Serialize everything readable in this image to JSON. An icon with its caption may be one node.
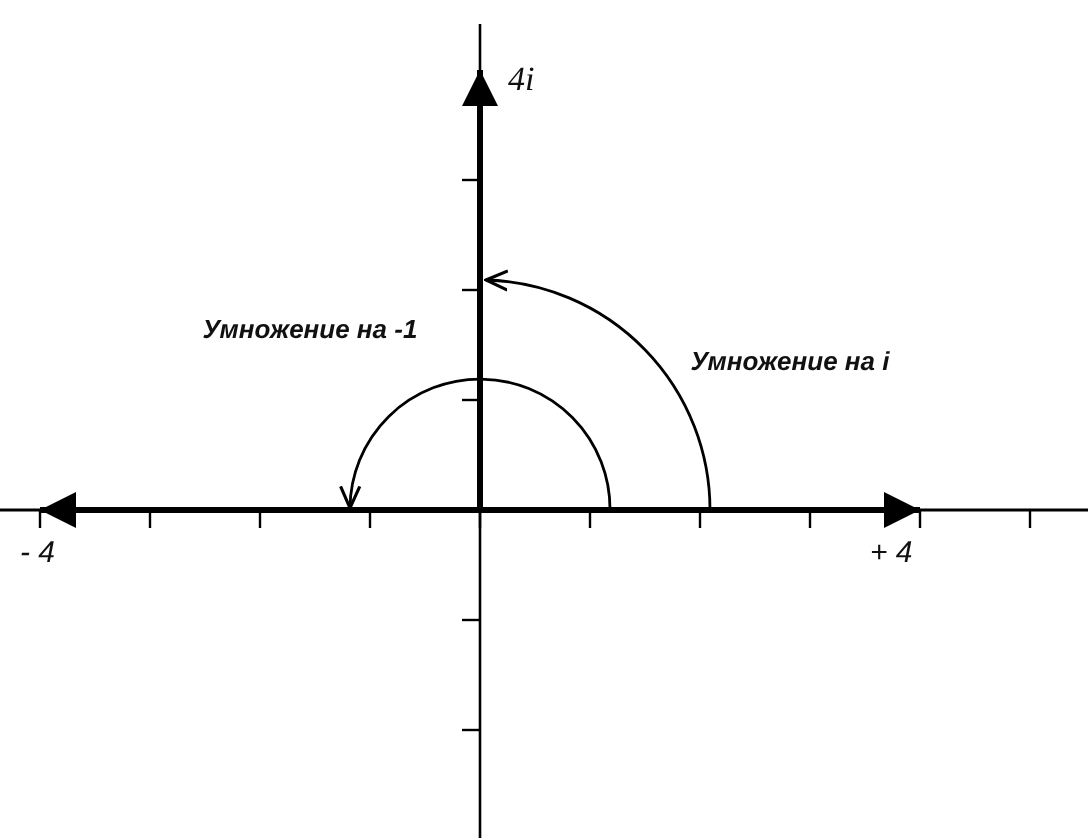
{
  "diagram": {
    "labels": [
      "4i",
      "Умножение на -1",
      "Умножение на i",
      "- 4",
      "+ 4"
    ]
  }
}
